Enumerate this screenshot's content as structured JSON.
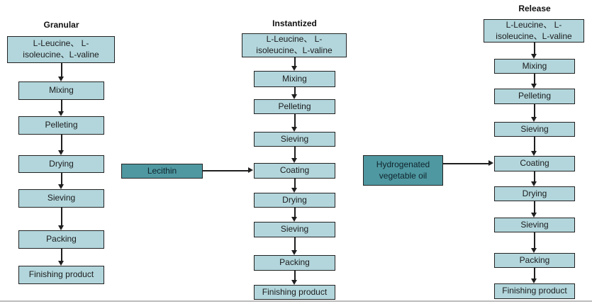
{
  "diagram": {
    "description": "Three vertical production process flowcharts for branched-chain amino acid products",
    "colors": {
      "process_box_fill": "#b2d6dc",
      "additive_box_fill": "#4f98a1",
      "box_border": "#222222",
      "arrow": "#1f1f1f",
      "background": "#ffffff",
      "bottom_divider": "#bcbcbc"
    },
    "flows": [
      {
        "title": "Granular",
        "steps": [
          "L-Leucine、 L-isoleucine、L-valine",
          "Mixing",
          "Pelleting",
          "Drying",
          "Sieving",
          "Packing",
          "Finishing product"
        ]
      },
      {
        "title": "Instantized",
        "steps": [
          "L-Leucine、 L-isoleucine、L-valine",
          "Mixing",
          "Pelleting",
          "Sieving",
          "Coating",
          "Drying",
          "Sieving",
          "Packing",
          "Finishing product"
        ],
        "additive": {
          "label": "Lecithin",
          "feeds_into": "Coating"
        }
      },
      {
        "title": "Release",
        "steps": [
          "L-Leucine、 L-isoleucine、L-valine",
          "Mixing",
          "Pelleting",
          "Sieving",
          "Coating",
          "Drying",
          "Sieving",
          "Packing",
          "Finishing product"
        ],
        "additive": {
          "label": "Hydrogenated vegetable oil",
          "feeds_into": "Coating"
        }
      }
    ]
  }
}
